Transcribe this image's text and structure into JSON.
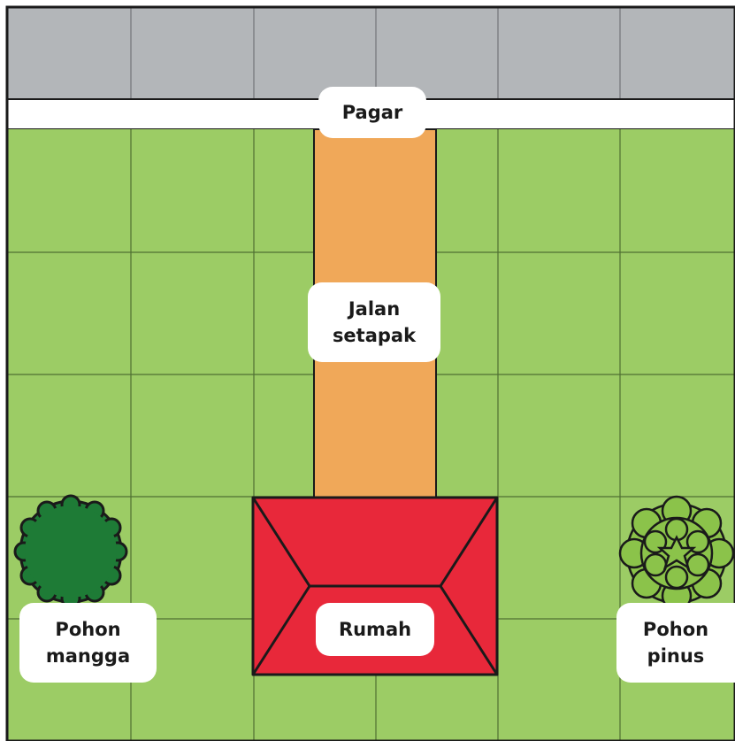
{
  "labels": {
    "fence": "Pagar",
    "path": "Jalan\nsetapak",
    "house": "Rumah",
    "mango_tree": "Pohon\nmangga",
    "pine_tree": "Pohon\npinus"
  },
  "colors": {
    "road": "#b3b6b9",
    "fence": "#ffffff",
    "grass": "#9ccc65",
    "path": "#f0a859",
    "roof": "#e8283a",
    "mango_tree": "#1e7b36",
    "pine_tree": "#8bc34a",
    "outline": "#1a1a1a"
  }
}
